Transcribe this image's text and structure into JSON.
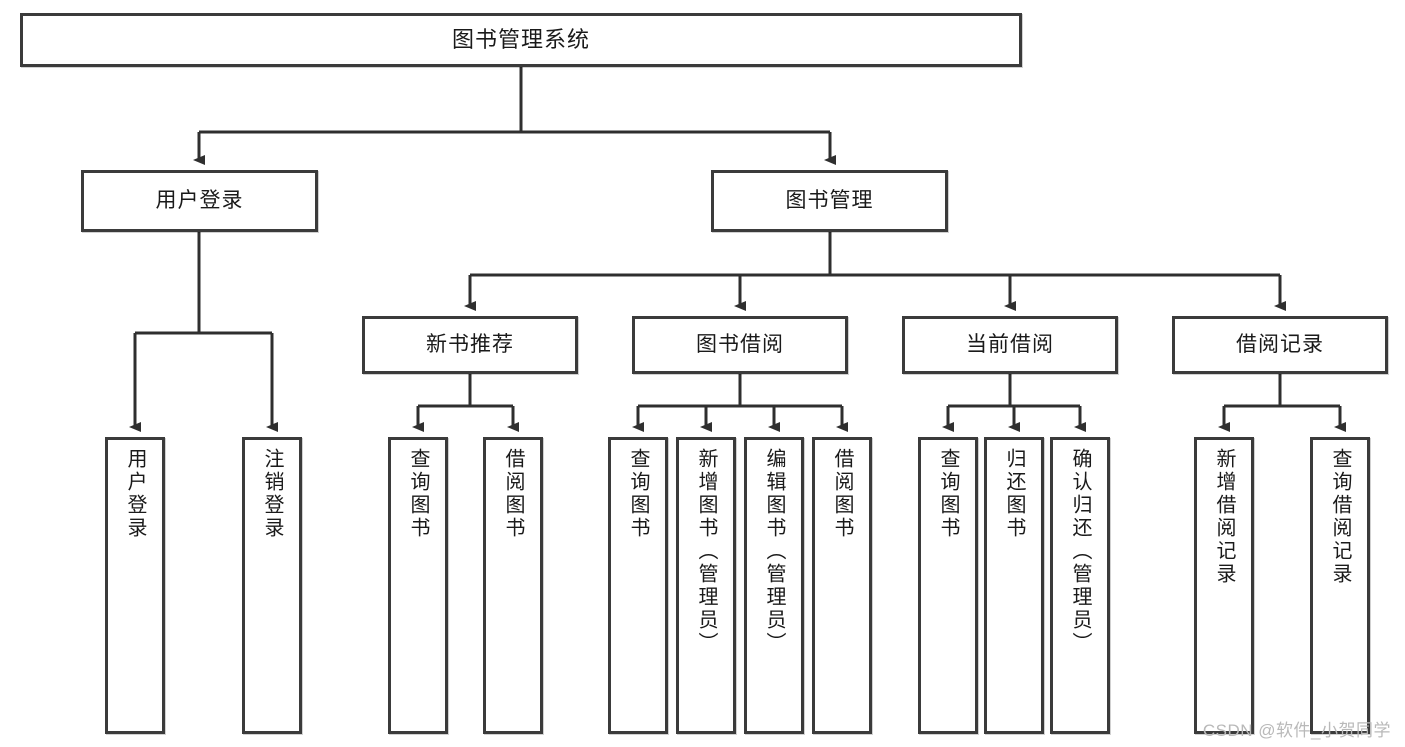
{
  "diagram": {
    "type": "tree",
    "title": "图书管理系统",
    "watermark": "CSDN @软件_小贺同学",
    "colors": {
      "box_border": "#3b3b3b",
      "box_fill": "#ffffff",
      "connector": "#2f2f2f",
      "text": "#1a1a1a",
      "watermark": "#b9b9b9"
    },
    "nodes": {
      "root": {
        "label": "图书管理系统",
        "level": 1
      },
      "l2": [
        {
          "id": "user-login",
          "label": "用户登录",
          "level": 2
        },
        {
          "id": "book-manage",
          "label": "图书管理",
          "level": 2
        }
      ],
      "l3": [
        {
          "id": "new-book-recommend",
          "label": "新书推荐",
          "level": 3
        },
        {
          "id": "book-borrow",
          "label": "图书借阅",
          "level": 3
        },
        {
          "id": "current-borrow",
          "label": "当前借阅",
          "level": 3
        },
        {
          "id": "borrow-record",
          "label": "借阅记录",
          "level": 3
        }
      ],
      "leaves": [
        {
          "id": "leaf-user-login",
          "label": "用户登录",
          "parent": "user-login"
        },
        {
          "id": "leaf-user-logout",
          "label": "注销登录",
          "parent": "user-login"
        },
        {
          "id": "leaf-query-book-1",
          "label": "查询图书",
          "parent": "new-book-recommend"
        },
        {
          "id": "leaf-borrow-book-1",
          "label": "借阅图书",
          "parent": "new-book-recommend"
        },
        {
          "id": "leaf-query-book-2",
          "label": "查询图书",
          "parent": "book-borrow"
        },
        {
          "id": "leaf-add-book",
          "label": "新增图书（管理员）",
          "parent": "book-borrow"
        },
        {
          "id": "leaf-edit-book",
          "label": "编辑图书（管理员）",
          "parent": "book-borrow"
        },
        {
          "id": "leaf-borrow-book-2",
          "label": "借阅图书",
          "parent": "book-borrow"
        },
        {
          "id": "leaf-query-book-3",
          "label": "查询图书",
          "parent": "current-borrow"
        },
        {
          "id": "leaf-return-book",
          "label": "归还图书",
          "parent": "current-borrow"
        },
        {
          "id": "leaf-confirm-return",
          "label": "确认归还（管理员）",
          "parent": "current-borrow"
        },
        {
          "id": "leaf-add-record",
          "label": "新增借阅记录",
          "parent": "borrow-record"
        },
        {
          "id": "leaf-query-record",
          "label": "查询借阅记录",
          "parent": "borrow-record"
        }
      ]
    }
  }
}
